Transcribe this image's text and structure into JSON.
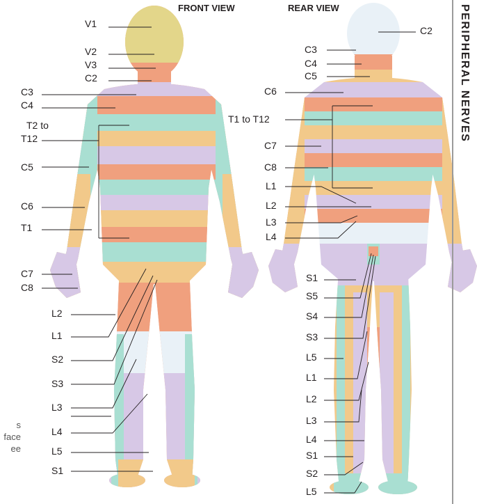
{
  "sidebar_title": "PERIPHERAL NERVES",
  "caption_fragments": [
    "s",
    "face",
    "ee"
  ],
  "views": {
    "front": "FRONT VIEW",
    "rear": "REAR VIEW"
  },
  "front_labels": [
    "V1",
    "V2",
    "V3",
    "C2",
    "C3",
    "C4",
    "T2 to",
    "T12",
    "C5",
    "C6",
    "T1",
    "C7",
    "C8",
    "L2",
    "L1",
    "S2",
    "S3",
    "L3",
    "L4",
    "L5",
    "S1"
  ],
  "rear_labels": [
    "C2",
    "C3",
    "C4",
    "C5",
    "C6",
    "T1 to T12",
    "C7",
    "C8",
    "L1",
    "L2",
    "L3",
    "L4",
    "S1",
    "S5",
    "S4",
    "S3",
    "L5",
    "L1",
    "L2",
    "L3",
    "L4",
    "S1",
    "S2",
    "L5"
  ],
  "colors": {
    "yellow": "#e3d68a",
    "orange": "#f0a07e",
    "teal": "#a9dfd2",
    "lilac": "#d7c8e6",
    "gold": "#f2c98a",
    "white_blue": "#e9f1f7",
    "outline": "#c9b99a"
  }
}
